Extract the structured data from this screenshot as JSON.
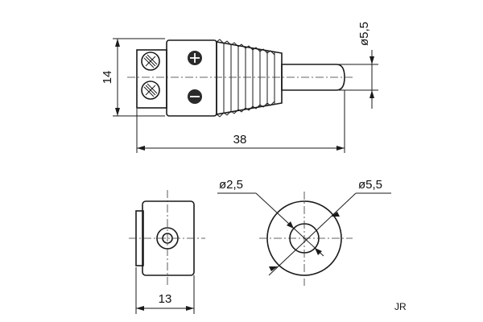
{
  "dimensions": {
    "height": "14",
    "length": "38",
    "pin_diameter": "ø5,5",
    "width": "13",
    "inner_diameter": "ø2,5",
    "outer_diameter": "ø5,5"
  },
  "author_mark": "JR"
}
